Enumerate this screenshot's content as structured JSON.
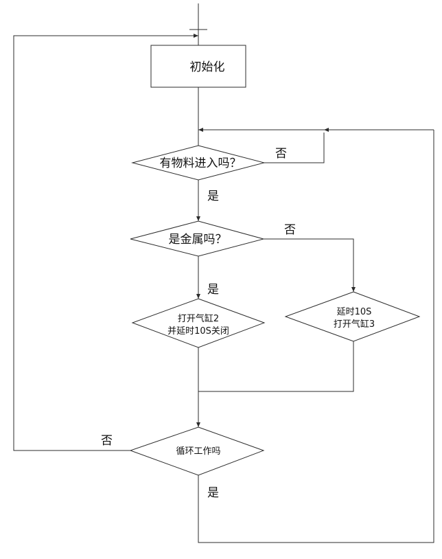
{
  "nodes": {
    "init": "初始化",
    "material_check": "有物料进入吗？",
    "metal_check": "是金属吗？",
    "metal_yes_action": [
      "打开气缸2",
      "并延时10S关闭"
    ],
    "metal_no_action": [
      "延时10S",
      "打开气缸3"
    ],
    "loop_check": "循环工作吗"
  },
  "edge_labels": {
    "material_no": "否",
    "material_yes": "是",
    "metal_no": "否",
    "metal_yes": "是",
    "loop_no": "否",
    "loop_yes": "是"
  }
}
